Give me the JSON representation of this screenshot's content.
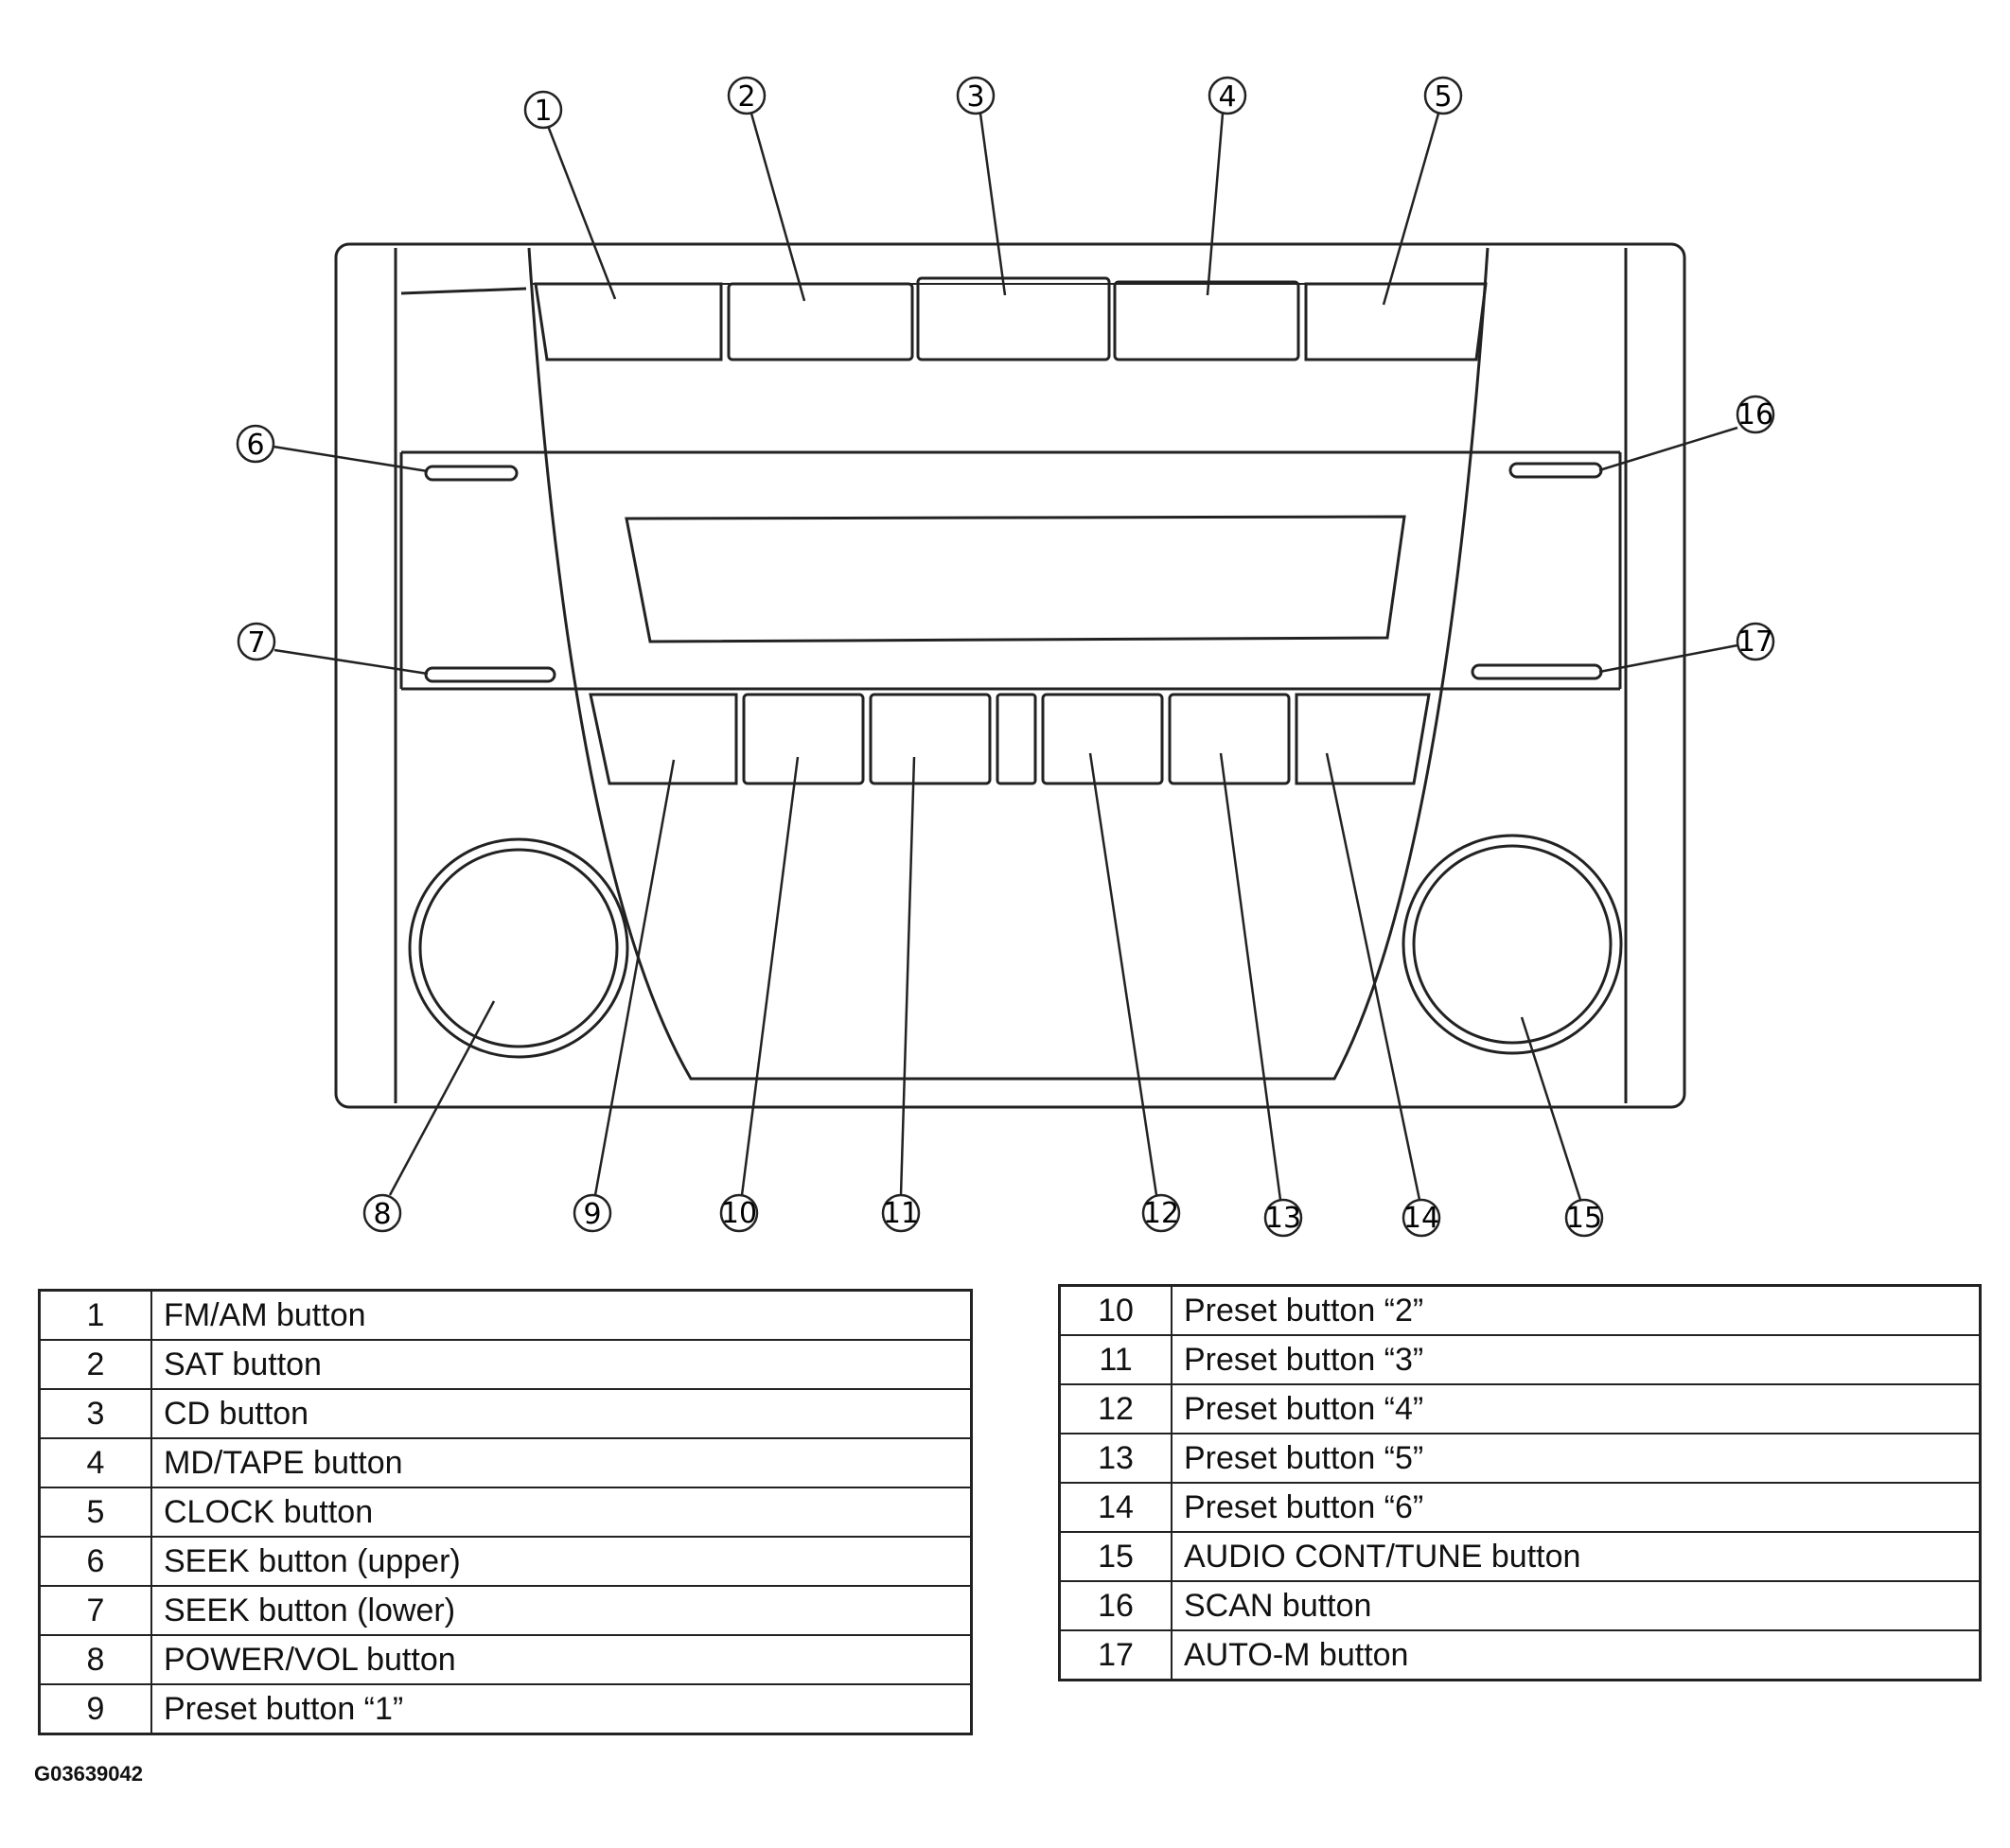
{
  "callouts": [
    {
      "id": "1"
    },
    {
      "id": "2"
    },
    {
      "id": "3"
    },
    {
      "id": "4"
    },
    {
      "id": "5"
    },
    {
      "id": "6"
    },
    {
      "id": "7"
    },
    {
      "id": "8"
    },
    {
      "id": "9"
    },
    {
      "id": "10"
    },
    {
      "id": "11"
    },
    {
      "id": "12"
    },
    {
      "id": "13"
    },
    {
      "id": "14"
    },
    {
      "id": "15"
    },
    {
      "id": "16"
    },
    {
      "id": "17"
    }
  ],
  "legend_left": [
    {
      "num": "1",
      "label": "FM/AM button"
    },
    {
      "num": "2",
      "label": "SAT button"
    },
    {
      "num": "3",
      "label": "CD button"
    },
    {
      "num": "4",
      "label": "MD/TAPE button"
    },
    {
      "num": "5",
      "label": "CLOCK button"
    },
    {
      "num": "6",
      "label": "SEEK button (upper)"
    },
    {
      "num": "7",
      "label": "SEEK button (lower)"
    },
    {
      "num": "8",
      "label": "POWER/VOL button"
    },
    {
      "num": "9",
      "label": "Preset button “1”"
    }
  ],
  "legend_right": [
    {
      "num": "10",
      "label": "Preset button “2”"
    },
    {
      "num": "11",
      "label": "Preset button “3”"
    },
    {
      "num": "12",
      "label": "Preset button “4”"
    },
    {
      "num": "13",
      "label": "Preset button “5”"
    },
    {
      "num": "14",
      "label": "Preset button “6”"
    },
    {
      "num": "15",
      "label": "AUDIO CONT/TUNE button"
    },
    {
      "num": "16",
      "label": "SCAN button"
    },
    {
      "num": "17",
      "label": "AUTO-M button"
    }
  ],
  "figure_id": "G03639042",
  "colors": {
    "line": "#222222",
    "background": "#ffffff"
  }
}
